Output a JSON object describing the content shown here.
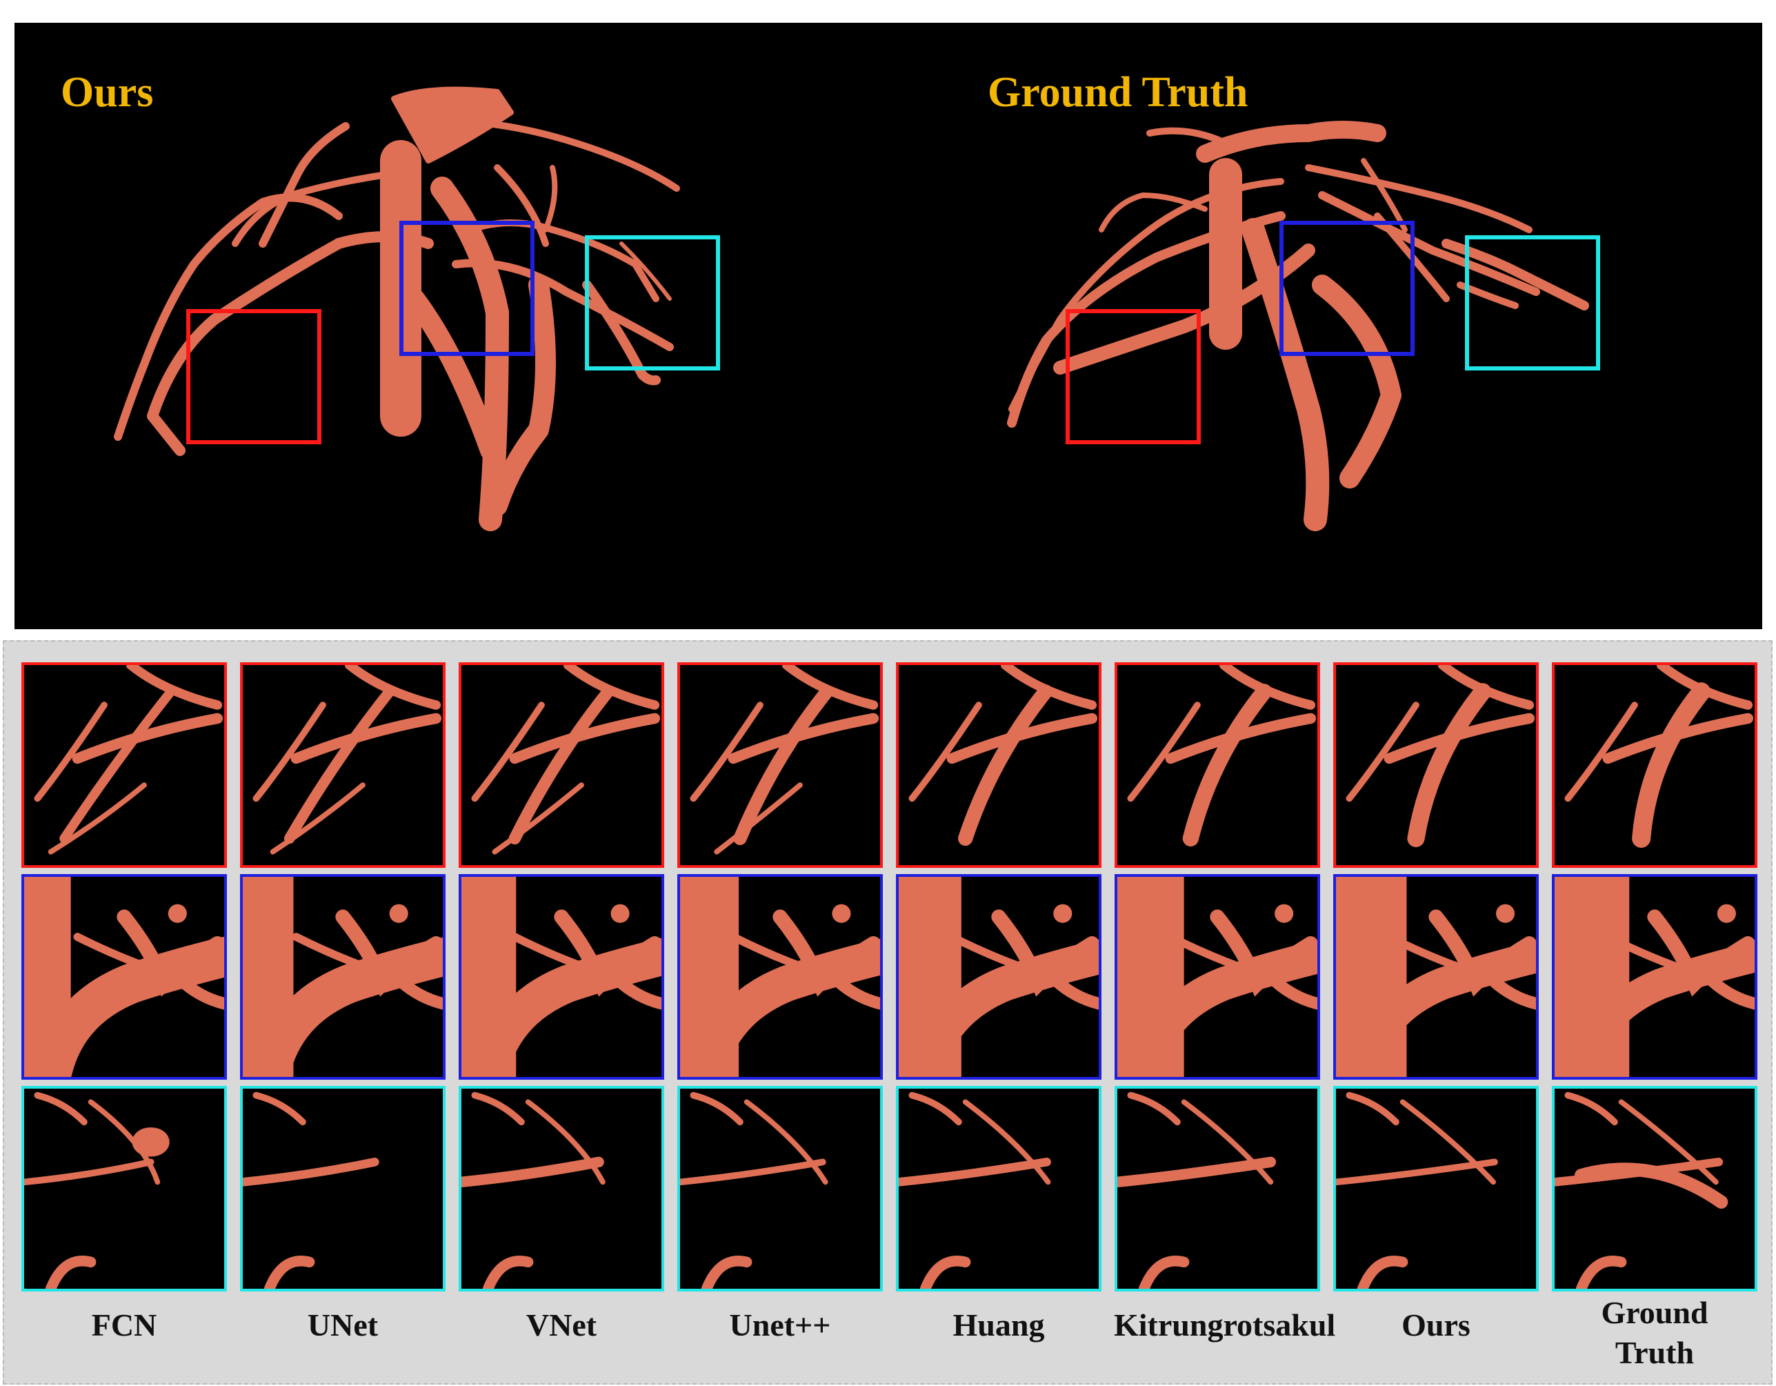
{
  "top_panels": {
    "left_title": "Ours",
    "right_title": "Ground Truth",
    "title_color": "#f2b705",
    "vessel_color": "#e07055"
  },
  "region_colors": [
    "#ff1a1a",
    "#1f1fe0",
    "#22e6e6"
  ],
  "region_names": [
    "red-region",
    "blue-region",
    "cyan-region"
  ],
  "methods": [
    "FCN",
    "UNet",
    "VNet",
    "Unet++",
    "Huang",
    "Kitrungrotsakul",
    "Ours",
    "Ground\nTruth"
  ]
}
